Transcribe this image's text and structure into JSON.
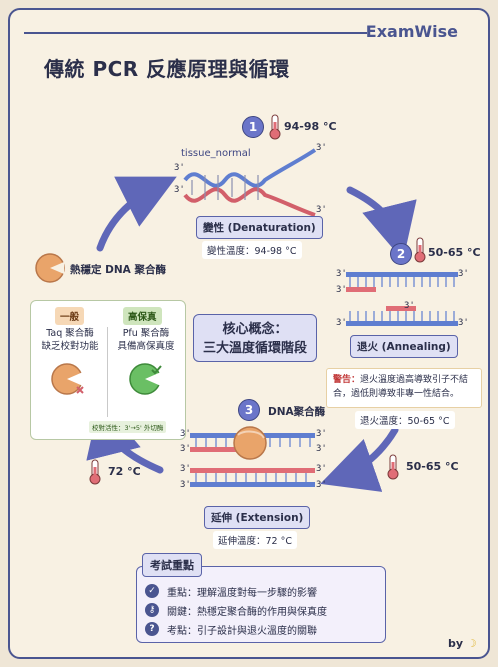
{
  "brand": "ExamWise",
  "title": "傳統 PCR 反應原理與循環",
  "step1": {
    "num": "1",
    "temp": "94-98 °C",
    "label": "tissue_normal",
    "stage": "變性 (Denaturation)",
    "sub": "變性溫度：94-98 °C"
  },
  "step2": {
    "num": "2",
    "temp": "50-65 °C",
    "stage": "退火 (Annealing)",
    "warn_label": "警告：",
    "warn_text": "退火溫度過高導致引子不結合，過低則導致非專一性結合。",
    "sub": "退火溫度：50-65 °C",
    "side_temp": "50-65 °C"
  },
  "step3": {
    "num": "3",
    "enzyme": "DNA聚合酶",
    "stage": "延伸 (Extension)",
    "sub": "延伸溫度：72 °C",
    "side_temp": "72 °C"
  },
  "core": {
    "line1": "核心概念：",
    "line2": "三大溫度循環階段"
  },
  "enzyme": {
    "title": "熱穩定 DNA 聚合酶",
    "left_head": "一般",
    "left_l1": "Taq 聚合酶",
    "left_l2": "缺乏校對功能",
    "right_head": "高保真",
    "right_l1": "Pfu 聚合酶",
    "right_l2": "具備高保真度",
    "note": "校對活性：3'→5' 外切酶"
  },
  "prime": {
    "three": "3'"
  },
  "keypoints": {
    "title": "考試重點",
    "items": [
      "重點：理解溫度對每一步驟的影響",
      "關鍵：熱穩定聚合酶的作用與保真度",
      "考點：引子設計與退火溫度的關聯"
    ],
    "icons": [
      "check-icon",
      "key-icon",
      "question-icon"
    ]
  },
  "footer": {
    "by": "by"
  },
  "colors": {
    "accent": "#6b75c9",
    "strandBlue": "#5f7ed0",
    "strandRed": "#d25f6a",
    "arrow": "#5f67b8",
    "enzyme": "#e9a46a"
  }
}
